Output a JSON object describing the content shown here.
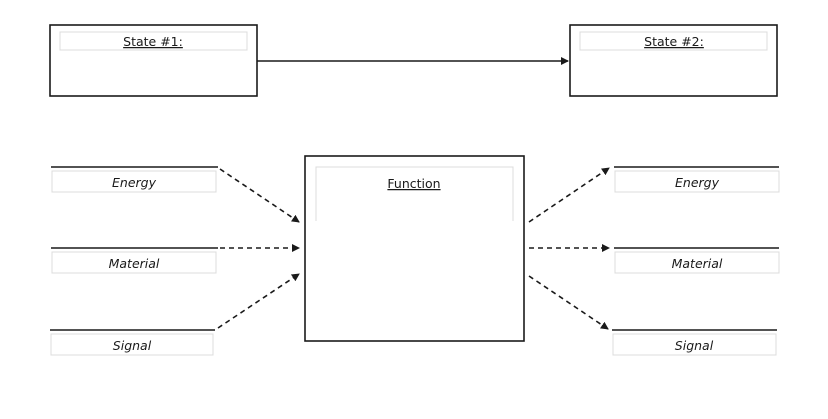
{
  "states": {
    "state1": "State #1:",
    "state2": "State #2:"
  },
  "function_box": {
    "title": "Function"
  },
  "inputs": {
    "energy": "Energy",
    "material": "Material",
    "signal": "Signal"
  },
  "outputs": {
    "energy": "Energy",
    "material": "Material",
    "signal": "Signal"
  },
  "colors": {
    "stroke": "#1a1a1a",
    "field_border": "#dcdcdc"
  }
}
